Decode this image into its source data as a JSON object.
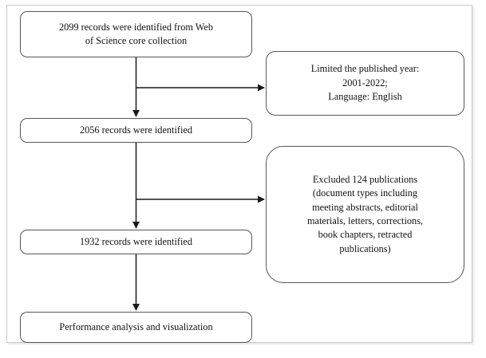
{
  "figure": {
    "type": "flowchart",
    "orientation": "top-to-bottom",
    "frame_color": "#c9c9c9",
    "box_border_color": "#575757",
    "connector_color": "#1a1a1a",
    "background": "#ffffff"
  },
  "nodes": {
    "identified": {
      "id": "identified",
      "kind": "process",
      "lines": [
        "2099 records were identified from Web",
        "of Science core collection"
      ],
      "count": 2099
    },
    "limited": {
      "id": "limited",
      "kind": "annotation",
      "lines": [
        "Limited the published year:",
        "2001-2022;",
        "Language: English"
      ],
      "year_from": 2001,
      "year_to": 2022,
      "language": "English"
    },
    "records_2056": {
      "id": "records_2056",
      "kind": "process",
      "lines": [
        "2056 records were identified"
      ],
      "count": 2056
    },
    "excluded": {
      "id": "excluded",
      "kind": "annotation",
      "lines": [
        "Excluded 124 publications",
        "(document types including",
        "meeting abstracts, editorial",
        "materials, letters, corrections,",
        "book chapters, retracted",
        "publications)"
      ],
      "excluded_count": 124,
      "excluded_types": [
        "meeting abstracts",
        "editorial materials",
        "letters",
        "corrections",
        "book chapters",
        "retracted publications"
      ]
    },
    "records_1932": {
      "id": "records_1932",
      "kind": "process",
      "lines": [
        "1932 records were identified"
      ],
      "count": 1932
    },
    "performance": {
      "id": "performance",
      "kind": "process",
      "lines": [
        "Performance analysis and visualization"
      ]
    }
  },
  "edges": [
    {
      "from": "identified",
      "to": "records_2056",
      "style": "arrow-down"
    },
    {
      "from": "identified",
      "to": "limited",
      "style": "arrow-right-branch"
    },
    {
      "from": "records_2056",
      "to": "records_1932",
      "style": "arrow-down"
    },
    {
      "from": "records_2056",
      "to": "excluded",
      "style": "arrow-right-branch"
    },
    {
      "from": "records_1932",
      "to": "performance",
      "style": "arrow-down"
    }
  ]
}
